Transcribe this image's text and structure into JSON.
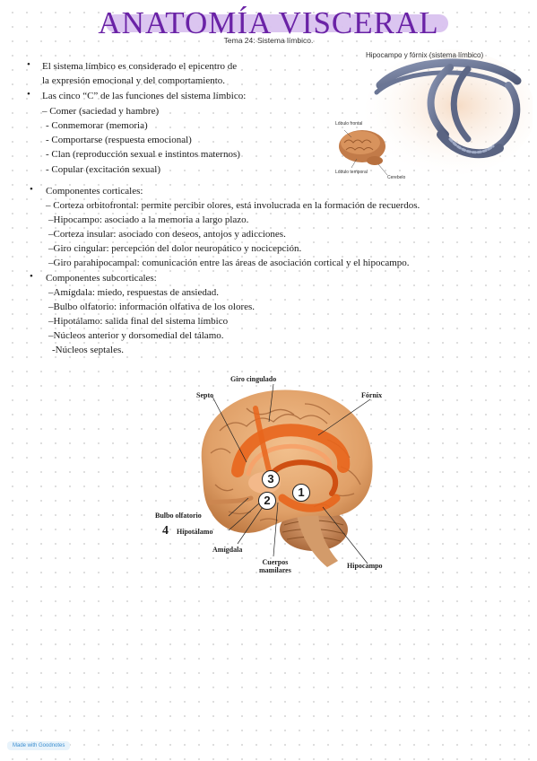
{
  "header": {
    "title": "ANATOMÍA VISCERAL",
    "subtitle": "Tema 24: Sistema límbico."
  },
  "intro": {
    "bullet1_line1": "El sistema límbico es considerado el epicentro de",
    "bullet1_line2": "la expresión emocional y del comportamiento.",
    "bullet2": "Las cinco “C” de las funciones del sistema límbico:",
    "five_c": [
      "– Comer (saciedad y hambre)",
      "- Conmemorar (memoria)",
      "- Comportarse (respuesta emocional)",
      "- Clan (reproducción sexual e instintos maternos)",
      "- Copular (excitación sexual)"
    ]
  },
  "cortical": {
    "heading": "Componentes corticales:",
    "items": [
      "– Corteza orbitofrontal: permite percibir olores, está involucrada en la formación de recuerdos.",
      "–Hipocampo: asociado a la memoria a largo plazo.",
      "–Corteza insular: asociado con deseos, antojos y adicciones.",
      "–Giro cingular: percepción del dolor neuropático y nocicepción.",
      "–Giro parahipocampal: comunicación entre las áreas de asociación cortical y el hipocampo."
    ]
  },
  "subcortical": {
    "heading": "Componentes subcorticales:",
    "items": [
      "–Amígdala: miedo, respuestas de ansiedad.",
      "–Bulbo olfatorio: información olfativa de los olores.",
      "–Hipotálamo: salida final del sistema límbico",
      "–Núcleos anterior y dorsomedial del tálamo.",
      "-Núcleos septales."
    ]
  },
  "figure_top": {
    "caption": "Hipocampo y fórnix (sistema límbico)",
    "label_frontal": "Lóbulo frontal",
    "label_temporal": "Lóbulo temporal",
    "label_cerebelo": "Cerebelo"
  },
  "figure_main": {
    "labels": {
      "giro_cingulado": "Giro cingulado",
      "septo": "Septo",
      "fornix": "Fórnix",
      "bulbo": "Bulbo olfatorio",
      "hipotalamo": "Hipotálamo",
      "hipotalamo_num": "4",
      "amigdala": "Amígdala",
      "cuerpos_1": "Cuerpos",
      "cuerpos_2": "mamilares",
      "hipocampo": "Hipocampo"
    },
    "numbers": [
      "1",
      "2",
      "3"
    ]
  },
  "footer": {
    "badge": "Made with Goodnotes"
  },
  "colors": {
    "title": "#6a22a6",
    "highlight": "#d9c2ef",
    "limbic": "#e8651c",
    "brain": "#e5ab72"
  }
}
